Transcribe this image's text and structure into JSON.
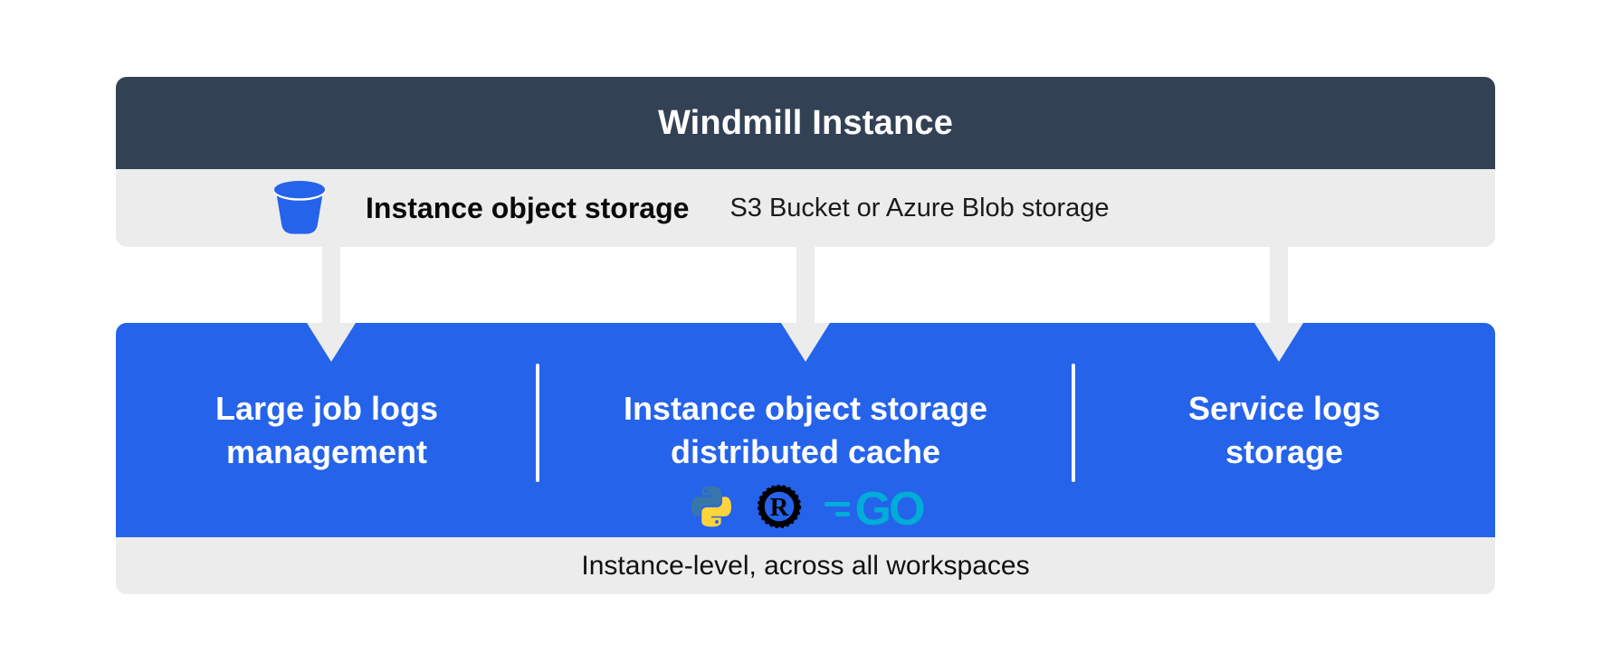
{
  "colors": {
    "header_bg": "#334155",
    "panel_gray": "#ececec",
    "accent_blue": "#2563eb",
    "divider_white": "#ffffff",
    "text_dark": "#111111",
    "text_light": "#ffffff",
    "python_blue": "#3776AB",
    "python_yellow": "#FFD43B",
    "rust_black": "#000000",
    "go_teal": "#00ADD8"
  },
  "header": {
    "title": "Windmill Instance"
  },
  "storage_bar": {
    "icon": "bucket-icon",
    "label": "Instance object storage",
    "description": "S3 Bucket or Azure Blob storage"
  },
  "blue_panel": {
    "sections": [
      {
        "lines": [
          "Large job logs",
          "management"
        ]
      },
      {
        "lines": [
          "Instance object storage",
          "distributed cache"
        ],
        "languages": [
          "python",
          "rust",
          "go"
        ]
      },
      {
        "lines": [
          "Service logs",
          "storage"
        ]
      }
    ],
    "rust_letter": "R",
    "go_label": "GO"
  },
  "footer": {
    "label": "Instance-level, across all workspaces"
  }
}
